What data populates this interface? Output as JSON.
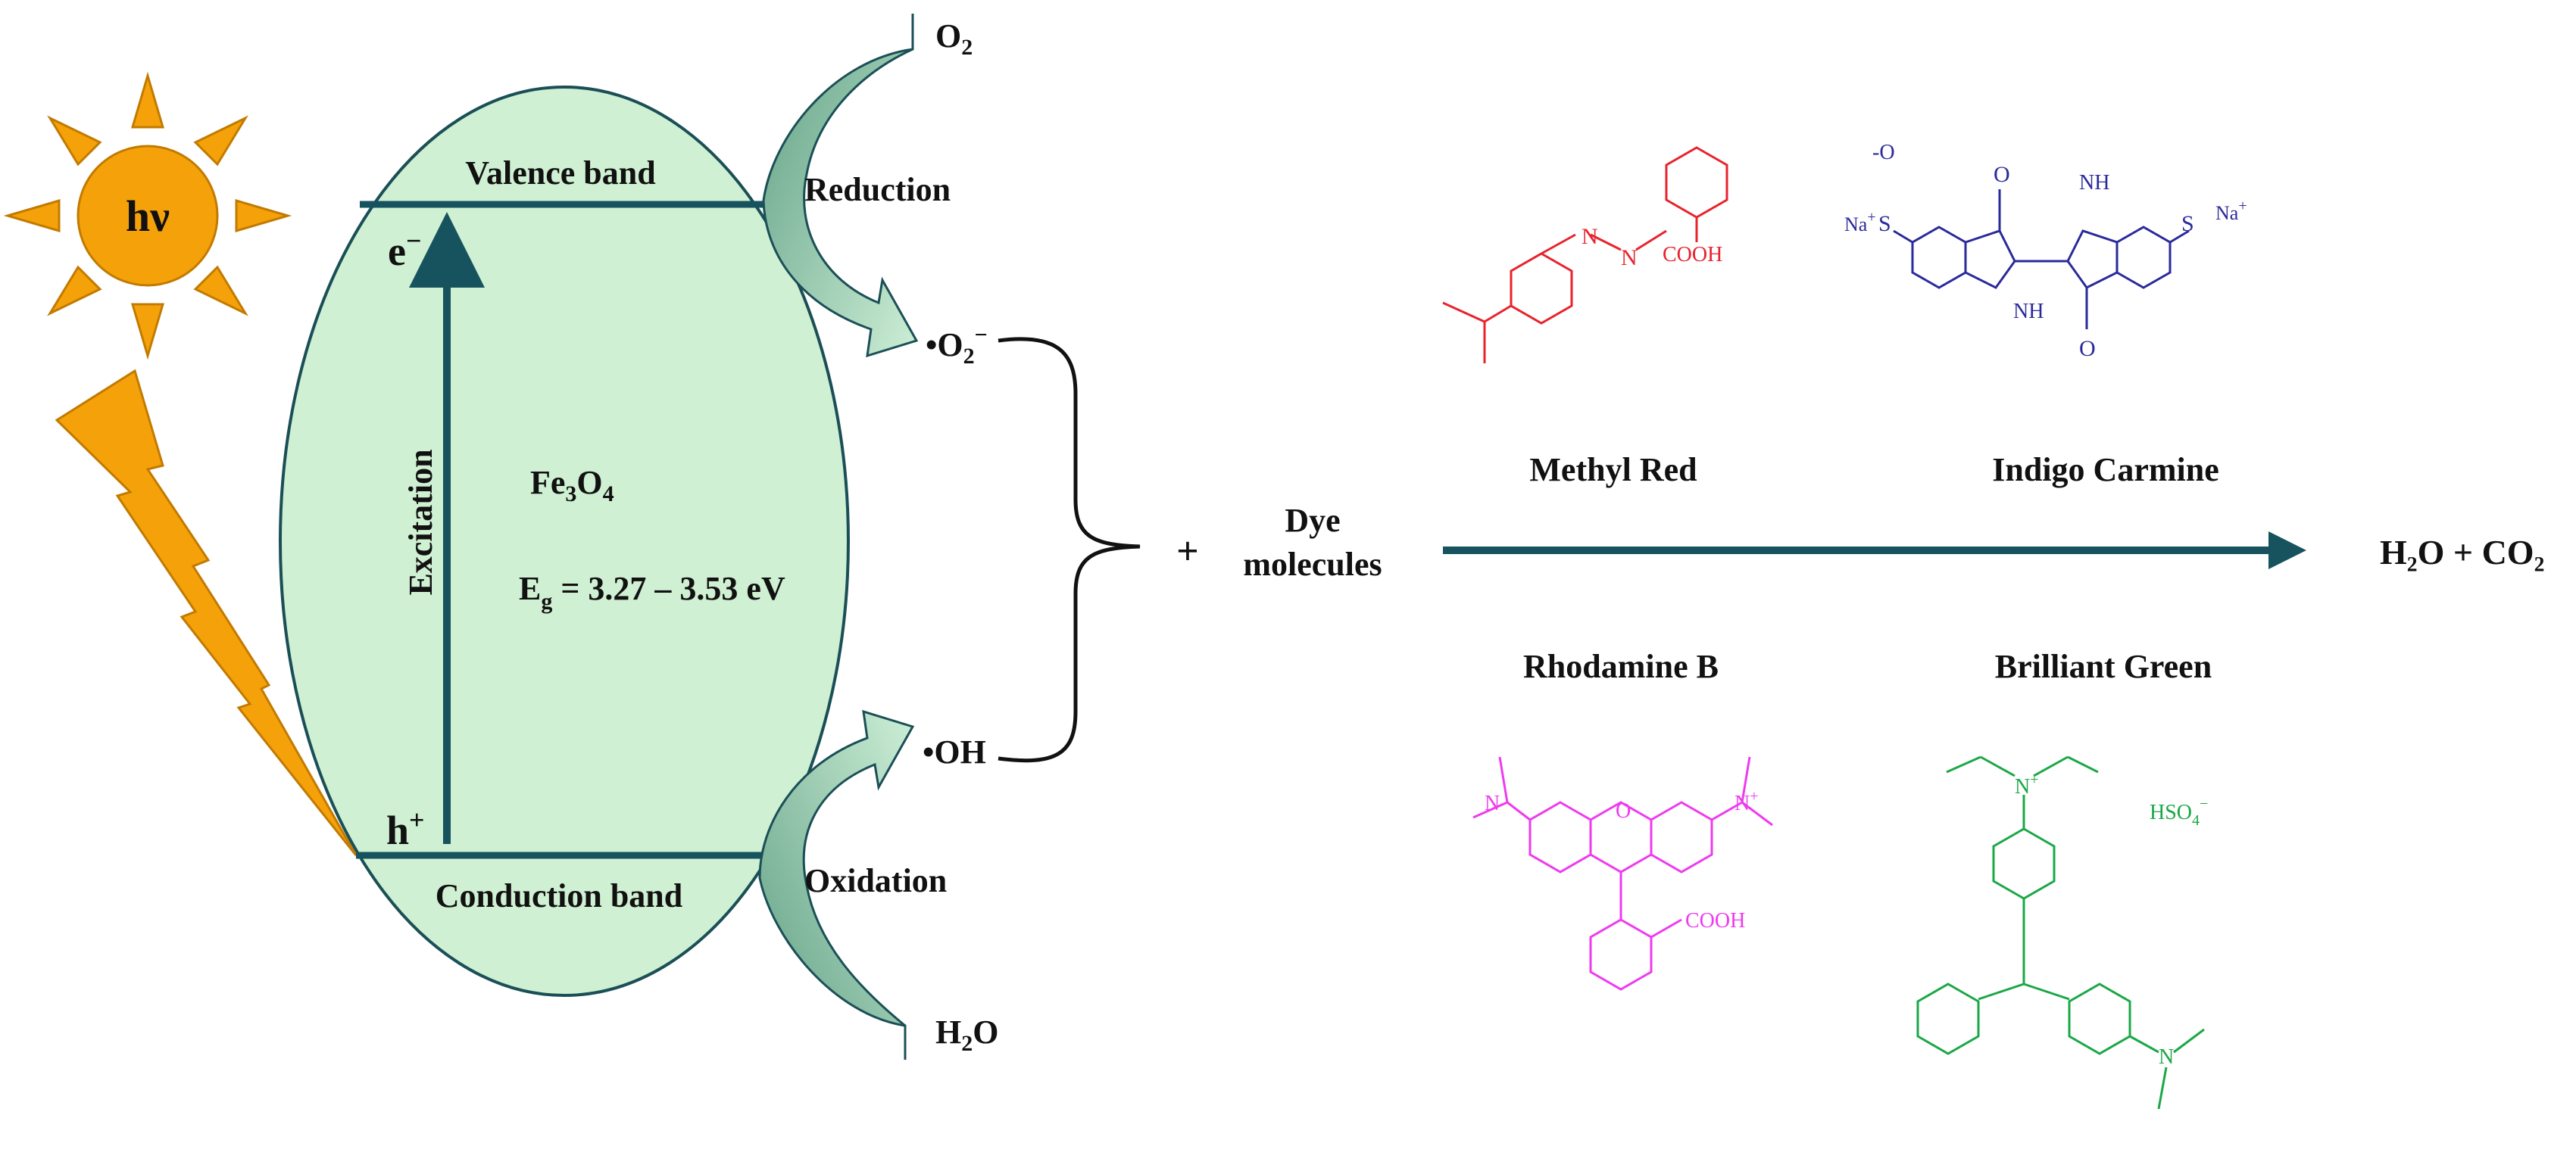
{
  "colors": {
    "sun": "#F5A20A",
    "sun_stroke": "#C27A00",
    "ellipse_fill": "#CFF0D2",
    "ellipse_stroke": "#1B4F57",
    "band_line": "#16535F",
    "curved_arrow_fill": "#CDEFD6",
    "curved_arrow_dark": "#5E9E84",
    "methyl_red": "#E8232C",
    "indigo_carmine": "#2A2A9B",
    "rhodamine_b": "#EE3BEE",
    "brilliant_green": "#1AA846"
  },
  "sun": {
    "label": "hν",
    "icon": "sun-icon"
  },
  "lightning": {
    "icon": "lightning-bolt-icon"
  },
  "semiconductor": {
    "valence_band": "Valence band",
    "conduction_band": "Conduction band",
    "electron": "e",
    "electron_sup": "−",
    "hole": "h",
    "hole_sup": "+",
    "excitation": "Excitation",
    "material": {
      "fe": "Fe",
      "s1": "3",
      "o": "O",
      "s2": "4"
    },
    "band_gap": {
      "e": "E",
      "sub": "g",
      "value": " = 3.27 – 3.53 eV"
    }
  },
  "reactions": {
    "o2_top": {
      "main": "O",
      "sub": "2"
    },
    "reduction": "Reduction",
    "superoxide": {
      "main": "•O",
      "sub": "2",
      "sup": "−"
    },
    "hydroxyl": "•OH",
    "oxidation": "Oxidation",
    "water": {
      "h": "H",
      "sub": "2",
      "o": "O"
    }
  },
  "plus": "+",
  "dye_line1": "Dye",
  "dye_line2": "molecules",
  "products": "H₂O + CO₂",
  "dyes": {
    "methyl_red": {
      "name": "Methyl Red",
      "cooh": "COOH",
      "n1": "N",
      "n2": "N"
    },
    "indigo_carmine": {
      "name": "Indigo Carmine",
      "o_minus": "O",
      "minus_sign": "-",
      "s": "S",
      "o": "O",
      "na": "Na",
      "plus_sign": "+",
      "nh": "N",
      "h": "H"
    },
    "rhodamine_b": {
      "name": "Rhodamine B",
      "cooh": "COOH",
      "o": "O",
      "n": "N",
      "n_plus": "+"
    },
    "brilliant_green": {
      "name": "Brilliant Green",
      "hso4": "HSO",
      "sub": "4",
      "sup": "−",
      "n": "N",
      "n_plus": "+"
    }
  }
}
